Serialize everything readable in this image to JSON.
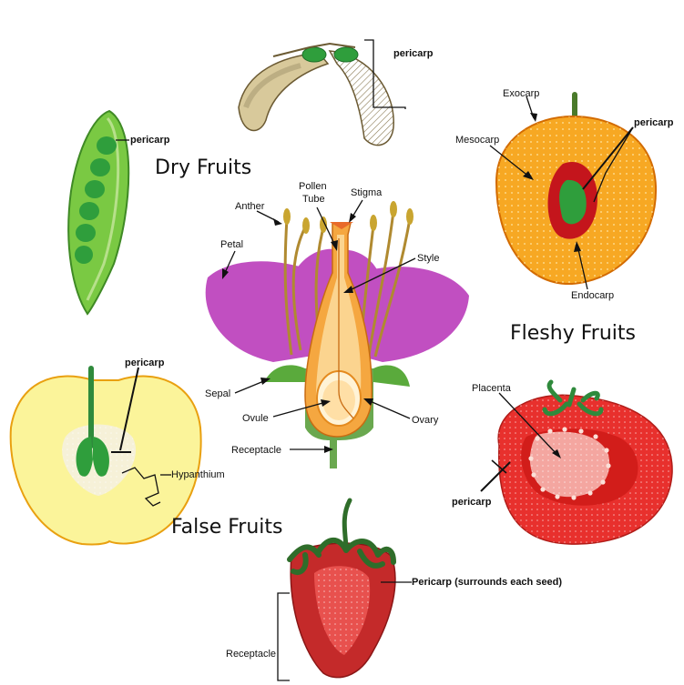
{
  "headings": {
    "dry": "Dry Fruits",
    "fleshy": "Fleshy Fruits",
    "false": "False Fruits"
  },
  "labels": {
    "maple_pericarp": "pericarp",
    "pea_pericarp": "pericarp",
    "exocarp": "Exocarp",
    "mesocarp": "Mesocarp",
    "peach_pericarp": "pericarp",
    "endocarp": "Endocarp",
    "anther": "Anther",
    "pollen_tube_1": "Pollen",
    "pollen_tube_2": "Tube",
    "stigma": "Stigma",
    "style": "Style",
    "petal": "Petal",
    "sepal": "Sepal",
    "ovule": "Ovule",
    "ovary": "Ovary",
    "receptacle_flower": "Receptacle",
    "apple_pericarp": "pericarp",
    "hypanthium": "Hypanthium",
    "placenta": "Placenta",
    "tomato_pericarp": "pericarp",
    "strawberry_pericarp": "Pericarp (surrounds each seed)",
    "strawberry_receptacle": "Receptacle"
  },
  "colors": {
    "petal": "#c14fc1",
    "pea_pod": "#7ac943",
    "pea_seed": "#2f9e3c",
    "maple": "#c9b78a",
    "peach_flesh": "#f7a823",
    "peach_pit": "#c4151c",
    "apple_flesh": "#fbf49a",
    "tomato": "#e8302d",
    "strawberry": "#c42a2a",
    "sepal_green": "#5aaa3c"
  }
}
